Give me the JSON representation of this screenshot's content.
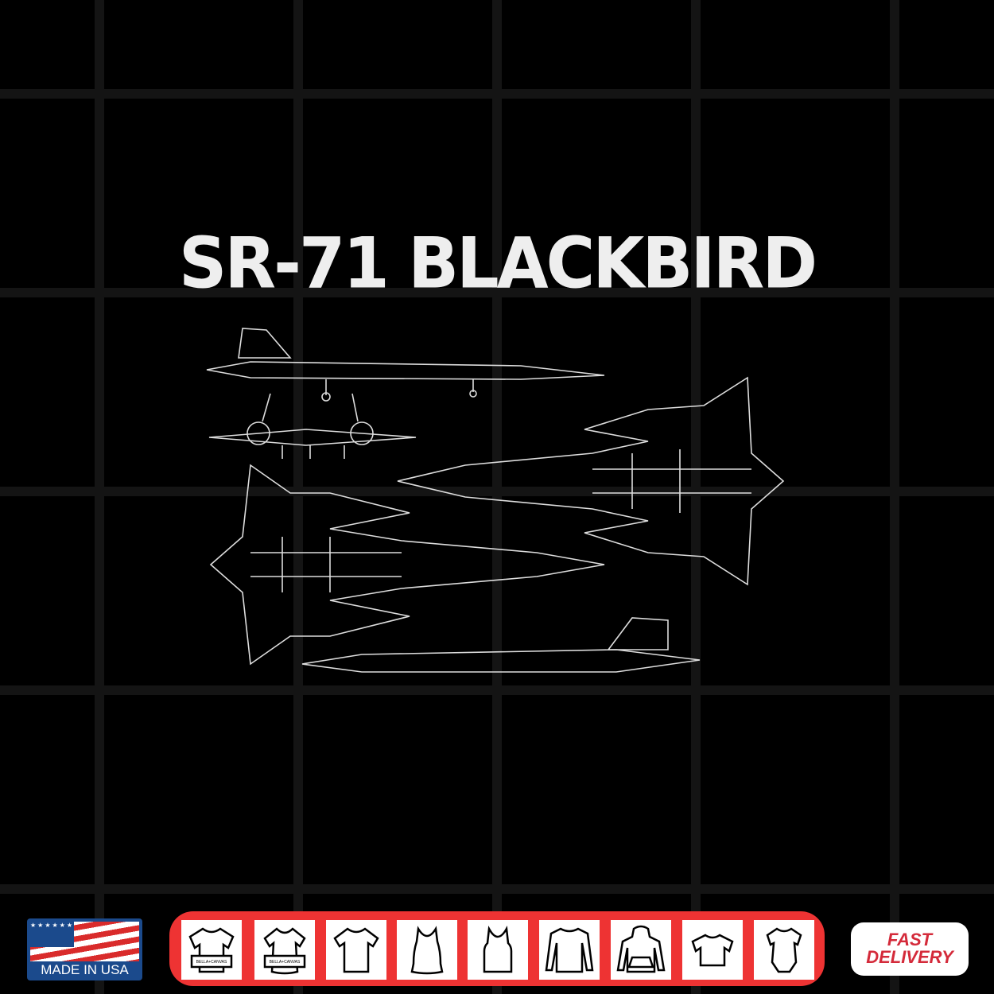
{
  "title": "SR-71 BLACKBIRD",
  "badges": {
    "made_in_usa": "MADE IN USA",
    "fast": "FAST",
    "delivery": "DELIVERY",
    "brand_tag": "BELLA+CANVAS"
  },
  "products": [
    "bella-canvas-tee",
    "bella-canvas-womens-tee",
    "tee",
    "racerback-tank",
    "tank",
    "long-sleeve",
    "hoodie",
    "youth-tee",
    "baby-onesie"
  ],
  "colors": {
    "background": "#000000",
    "grid": "#141414",
    "bar": "#ee3333",
    "fast_red": "#d42a3a",
    "usa_blue": "#1b4a8c"
  }
}
